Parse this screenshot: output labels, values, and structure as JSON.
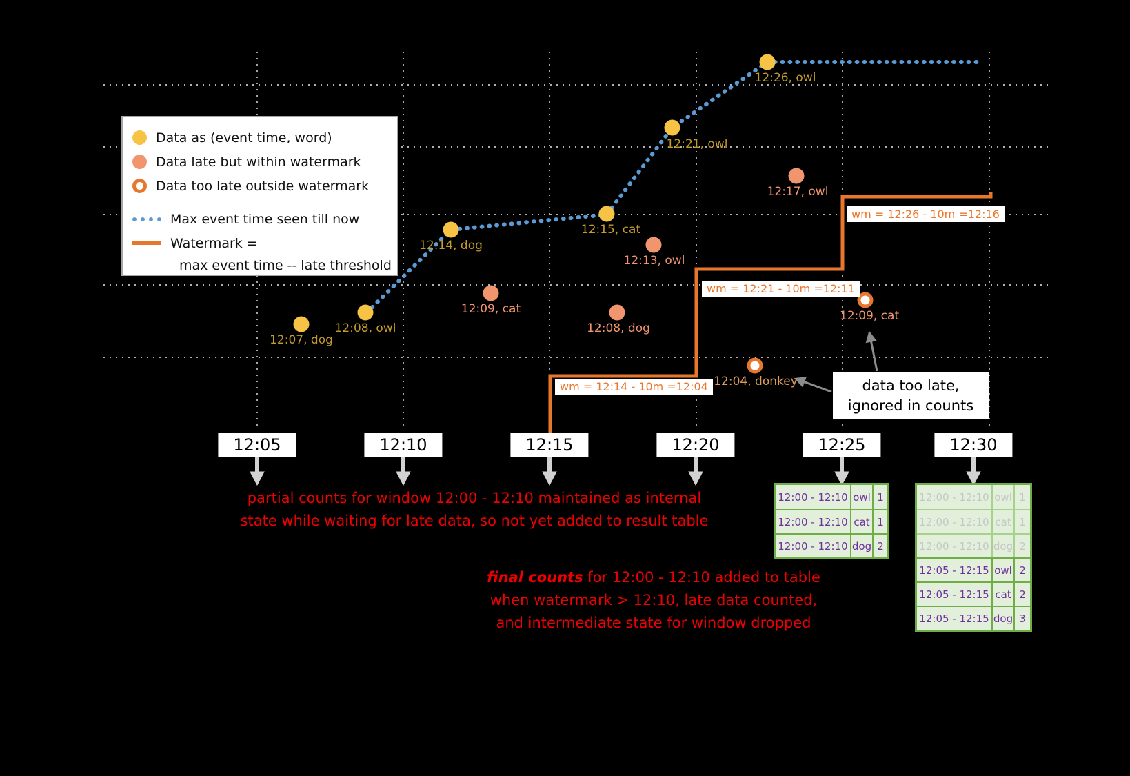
{
  "legend": {
    "data_on_time": "Data as (event time, word)",
    "data_late": "Data late but within watermark",
    "data_too_late": "Data too late outside watermark",
    "max_event_time": "Max event time seen till now",
    "watermark_line1": "Watermark =",
    "watermark_line2": "max event time -- late threshold"
  },
  "points": {
    "on_time": [
      {
        "label": "12:07, dog"
      },
      {
        "label": "12:08, owl"
      },
      {
        "label": "12:14, dog"
      },
      {
        "label": "12:15, cat"
      },
      {
        "label": "12:21, owl"
      },
      {
        "label": "12:26, owl"
      }
    ],
    "late_within_watermark": [
      {
        "label": "12:09, cat"
      },
      {
        "label": "12:08, dog"
      },
      {
        "label": "12:13, owl"
      },
      {
        "label": "12:17, owl"
      }
    ],
    "too_late": [
      {
        "label": "12:04, donkey"
      },
      {
        "label": "12:09, cat"
      }
    ]
  },
  "watermark_steps": [
    {
      "label": "wm = 12:14 - 10m =12:04"
    },
    {
      "label": "wm = 12:21 - 10m =12:11"
    },
    {
      "label": "wm = 12:26 - 10m =12:16"
    }
  ],
  "time_axis": {
    "ticks": [
      "12:05",
      "12:10",
      "12:15",
      "12:20",
      "12:25",
      "12:30"
    ]
  },
  "annotations": {
    "partial_line1": "partial counts for window 12:00 - 12:10 maintained as internal",
    "partial_line2": "state while waiting for late data, so not yet added  to result table",
    "final_emphasis": "final counts",
    "final_line1_rest": " for 12:00 - 12:10 added to table",
    "final_line2": "when watermark > 12:10, late data counted,",
    "final_line3": "and intermediate state for window dropped",
    "too_late_note_line1": "data too late,",
    "too_late_note_line2": "ignored in counts"
  },
  "result_tables": {
    "at_12_25": {
      "rows": [
        {
          "window": "12:00 - 12:10",
          "word": "owl",
          "count": "1"
        },
        {
          "window": "12:00 - 12:10",
          "word": "cat",
          "count": "1"
        },
        {
          "window": "12:00 - 12:10",
          "word": "dog",
          "count": "2"
        }
      ]
    },
    "at_12_30": {
      "rows": [
        {
          "window": "12:00 - 12:10",
          "word": "owl",
          "count": "1",
          "faded": true
        },
        {
          "window": "12:00 - 12:10",
          "word": "cat",
          "count": "1",
          "faded": true
        },
        {
          "window": "12:00 - 12:10",
          "word": "dog",
          "count": "2",
          "faded": true
        },
        {
          "window": "12:05 - 12:15",
          "word": "owl",
          "count": "2",
          "faded": false
        },
        {
          "window": "12:05 - 12:15",
          "word": "cat",
          "count": "2",
          "faded": false
        },
        {
          "window": "12:05 - 12:15",
          "word": "dog",
          "count": "3",
          "faded": false
        }
      ]
    }
  },
  "colors": {
    "background": "#000000",
    "on_time_point": "#F6C344",
    "late_point": "#F0956E",
    "too_late_ring": "#E8772E",
    "max_event_line": "#5B9BD5",
    "watermark_line": "#E8772E",
    "result_table_border": "#70AD47",
    "result_table_bg": "#E2EFDA",
    "result_table_text": "#7030A0",
    "annotation_red": "#EE0000"
  }
}
